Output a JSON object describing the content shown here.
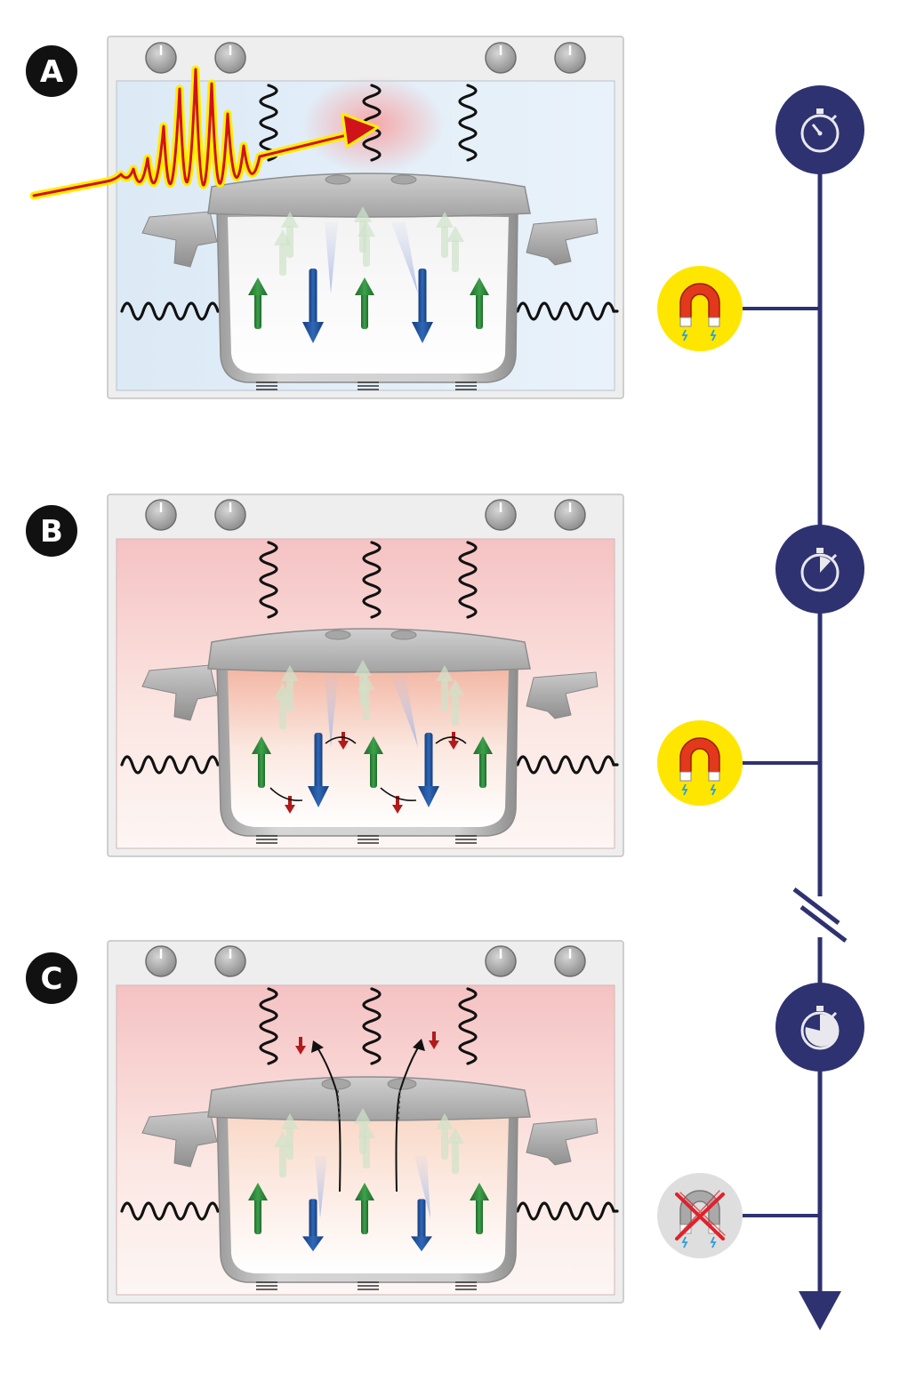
{
  "panels": [
    {
      "id": "A",
      "label": "A",
      "state": "laser-excitation",
      "timeline_icon": "stopwatch-icon",
      "magnet_icon": "magnet-icon"
    },
    {
      "id": "B",
      "label": "B",
      "state": "spin-exchange",
      "timeline_icon": "stopwatch-icon",
      "magnet_icon": "magnet-icon"
    },
    {
      "id": "C",
      "label": "C",
      "state": "angular-momentum-transfer",
      "timeline_icon": "stopwatch-icon",
      "magnet_icon": "magnet-crossed-icon"
    }
  ],
  "colors": {
    "timeline": "#2e3270",
    "spin_up": "#2e8a3a",
    "spin_down": "#1f4f99",
    "minor_spin": "#b01c1c",
    "laser_inner": "#d0121b",
    "laser_outer": "#ffee00",
    "magnet_bg": "#ffe600",
    "magnet_off_bg": "#dedede",
    "hot_bg": "#f6c9c9",
    "cold_bg": "#e2eef8",
    "frame": "#eeeeee",
    "knob": "#9a9a9a"
  }
}
